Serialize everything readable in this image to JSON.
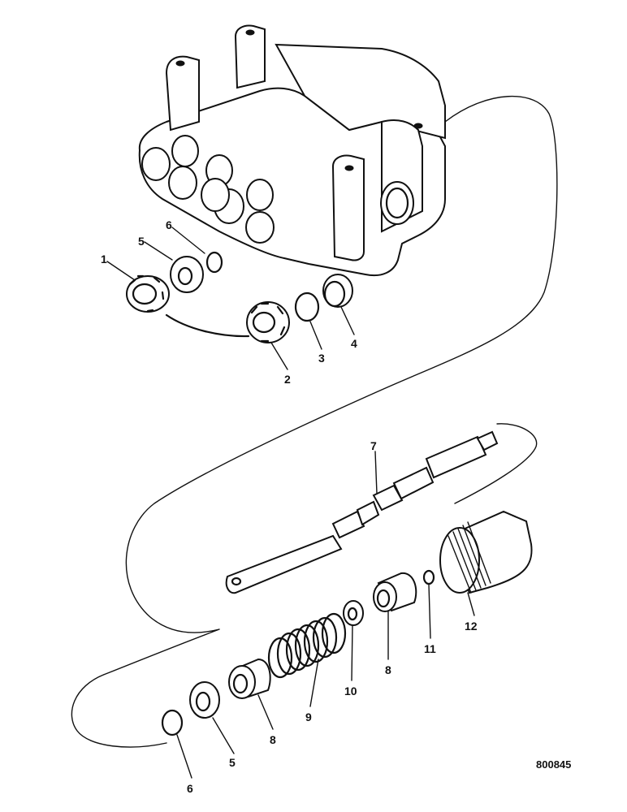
{
  "reference_number": "800845",
  "callouts": [
    {
      "id": "c1",
      "label": "1"
    },
    {
      "id": "c2",
      "label": "2"
    },
    {
      "id": "c3",
      "label": "3"
    },
    {
      "id": "c4",
      "label": "4"
    },
    {
      "id": "c5a",
      "label": "5"
    },
    {
      "id": "c6a",
      "label": "6"
    },
    {
      "id": "c7",
      "label": "7"
    },
    {
      "id": "c8a",
      "label": "8"
    },
    {
      "id": "c8b",
      "label": "8"
    },
    {
      "id": "c9",
      "label": "9"
    },
    {
      "id": "c10",
      "label": "10"
    },
    {
      "id": "c11",
      "label": "11"
    },
    {
      "id": "c12",
      "label": "12"
    },
    {
      "id": "c5b",
      "label": "5"
    },
    {
      "id": "c6b",
      "label": "6"
    }
  ]
}
